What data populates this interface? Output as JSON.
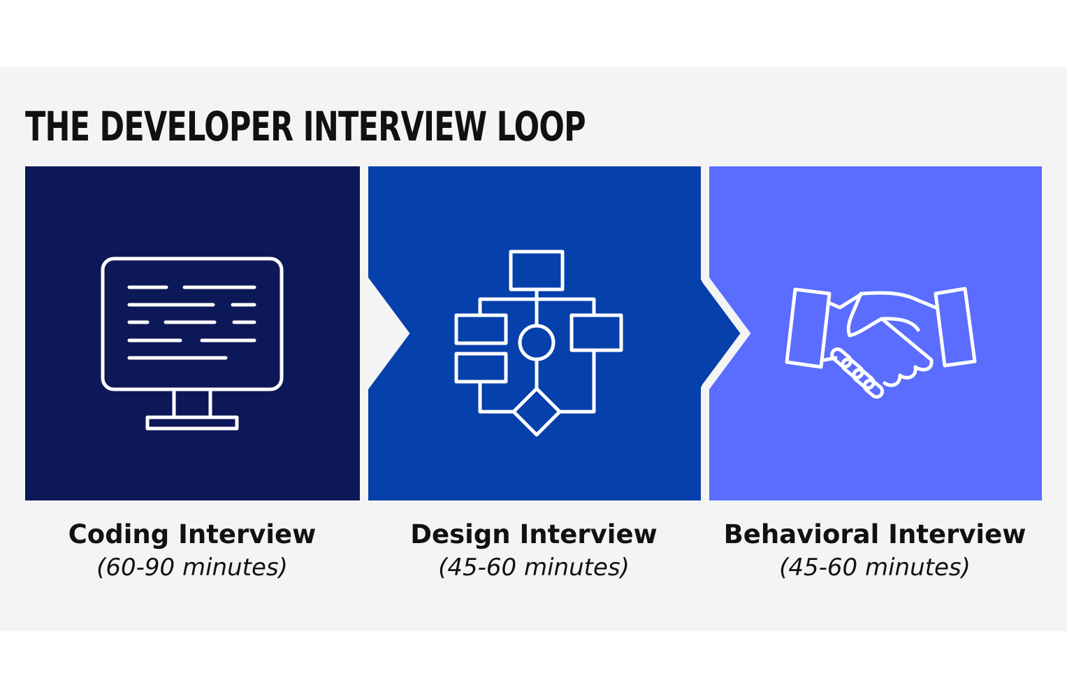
{
  "title": "THE DEVELOPER INTERVIEW LOOP",
  "stages": [
    {
      "name": "Coding Interview",
      "duration": "(60-90 minutes)",
      "color": "#0c1858",
      "icon": "monitor-code-icon"
    },
    {
      "name": "Design Interview",
      "duration": "(45-60 minutes)",
      "color": "#0640ab",
      "icon": "flowchart-icon"
    },
    {
      "name": "Behavioral Interview",
      "duration": "(45-60 minutes)",
      "color": "#5a6dff",
      "icon": "handshake-icon"
    }
  ],
  "colors": {
    "panel_background": "#f4f4f4",
    "icon_stroke": "#ffffff",
    "text": "#111111"
  }
}
